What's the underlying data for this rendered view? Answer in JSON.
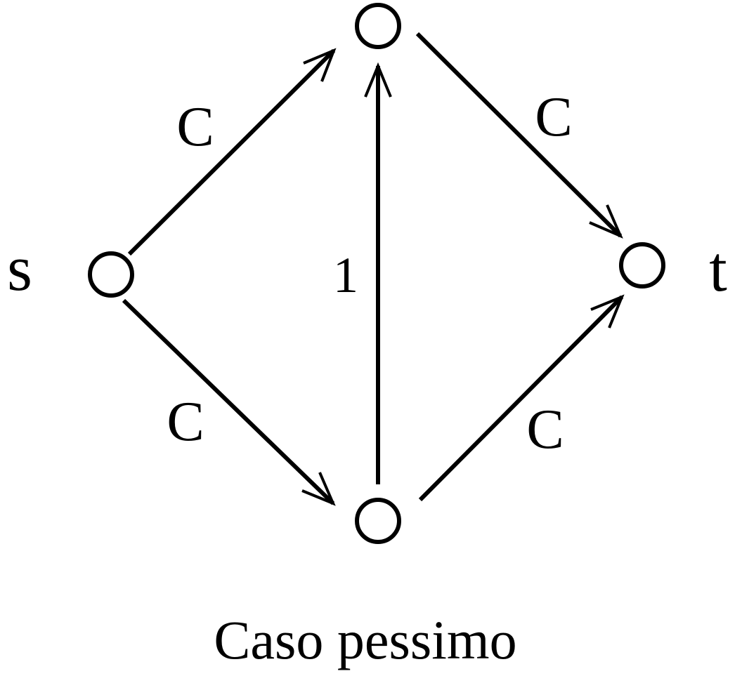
{
  "diagram": {
    "caption": "Caso pessimo",
    "nodes": [
      {
        "id": "s",
        "label": "s"
      },
      {
        "id": "top",
        "label": ""
      },
      {
        "id": "bottom",
        "label": ""
      },
      {
        "id": "t",
        "label": "t"
      }
    ],
    "edges": [
      {
        "from": "s",
        "to": "top",
        "label": "C"
      },
      {
        "from": "top",
        "to": "t",
        "label": "C"
      },
      {
        "from": "s",
        "to": "bottom",
        "label": "C"
      },
      {
        "from": "bottom",
        "to": "t",
        "label": "C"
      },
      {
        "from": "bottom",
        "to": "top",
        "label": "1"
      }
    ]
  }
}
